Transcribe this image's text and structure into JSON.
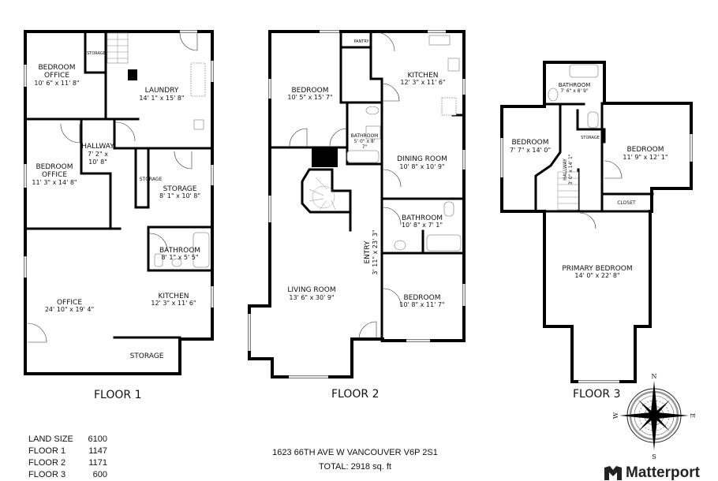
{
  "floors": [
    {
      "title": "FLOOR 1",
      "rooms": [
        {
          "name": "BEDROOM",
          "name2": "OFFICE",
          "dims": "10' 6\" x 11' 8\""
        },
        {
          "name": "LAUNDRY",
          "dims": "14' 1\" x 15' 8\""
        },
        {
          "name": "STORAGE",
          "small": true
        },
        {
          "name": "HALLWAY",
          "dims": "7' 2\" x",
          "dims2": "10' 8\""
        },
        {
          "name": "BEDROOM",
          "name2": "OFFICE",
          "dims": "11' 3\" x 14' 8\""
        },
        {
          "name": "STORAGE",
          "small": true
        },
        {
          "name": "STORAGE",
          "dims": "8' 1\" x 10' 8\""
        },
        {
          "name": "BATHROOM",
          "dims": "8' 1\" x 5' 5\""
        },
        {
          "name": "KITCHEN",
          "dims": "12' 3\" x 11' 6\""
        },
        {
          "name": "OFFICE",
          "dims": "24' 10\" x 19' 4\""
        },
        {
          "name": "STORAGE"
        }
      ]
    },
    {
      "title": "FLOOR 2",
      "rooms": [
        {
          "name": "BEDROOM",
          "dims": "10' 5\" x 15' 7\""
        },
        {
          "name": "PANTRY",
          "small": true
        },
        {
          "name": "KITCHEN",
          "dims": "12' 3\" x 11' 6\""
        },
        {
          "name": "BATHROOM",
          "dims": "5' 0\" x 8'",
          "dims2": "7\""
        },
        {
          "name": "DINING ROOM",
          "dims": "10' 8\" x 10' 9\""
        },
        {
          "name": "BATHROOM",
          "dims": "10' 8\" x 7' 1\""
        },
        {
          "name": "ENTRY",
          "dims": "3' 11\" x 23' 3\""
        },
        {
          "name": "LIVING ROOM",
          "dims": "13' 6\" x 30' 9\""
        },
        {
          "name": "BEDROOM",
          "dims": "10' 8\" x 11' 7\""
        }
      ]
    },
    {
      "title": "FLOOR 3",
      "rooms": [
        {
          "name": "BATHROOM",
          "dims": "7' 6\" x 8' 9\""
        },
        {
          "name": "BEDROOM",
          "dims": "7' 7\" x 14' 0\""
        },
        {
          "name": "STORAGE",
          "small": true
        },
        {
          "name": "HALLWAY",
          "dims": "3' 0\" x 14' 1\""
        },
        {
          "name": "BEDROOM",
          "dims": "11' 9\" x 12' 1\""
        },
        {
          "name": "CLOSET",
          "small": true
        },
        {
          "name": "PRIMARY BEDROOM",
          "dims": "14' 0\" x 22' 8\""
        }
      ]
    }
  ],
  "stats": [
    {
      "label": "LAND SIZE",
      "value": "6100"
    },
    {
      "label": "FLOOR 1",
      "value": "1147"
    },
    {
      "label": "FLOOR 2",
      "value": "1171"
    },
    {
      "label": "FLOOR 3",
      "value": "600"
    }
  ],
  "address": "1623 66TH AVE W VANCOUVER V6P 2S1",
  "total": "TOTAL: 2918 sq. ft",
  "compass": {
    "n": "N",
    "s": "S",
    "e": "E",
    "w": "W"
  },
  "brand": {
    "name": "Matterport",
    "icon": "matterport-logo-icon"
  },
  "colors": {
    "wall": "#000000",
    "fixture": "#888888",
    "window": "#bbbbbb"
  }
}
